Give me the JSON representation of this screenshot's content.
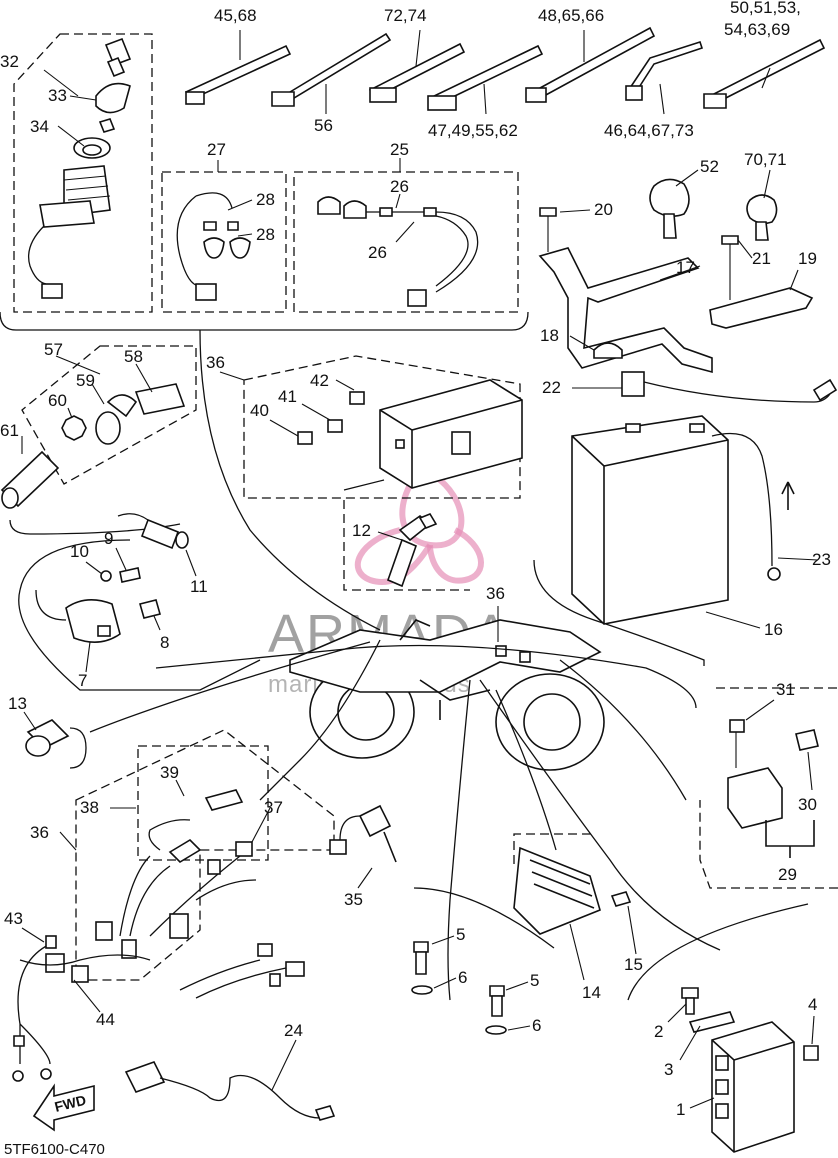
{
  "diagram_code": "5TF6100-C470",
  "watermark": {
    "brand": "ARMADA",
    "tagline": "marine outboards"
  },
  "fwd_label": "FWD",
  "labels": {
    "l32": "32",
    "l33": "33",
    "l34": "34",
    "l27": "27",
    "l28a": "28",
    "l28b": "28",
    "l25": "25",
    "l26a": "26",
    "l26b": "26",
    "l45": "45,68",
    "l56": "56",
    "l72": "72,74",
    "l47": "47,49,55,62",
    "l48": "48,65,66",
    "l46": "46,64,67,73",
    "l50a": "50,51,53,",
    "l50b": "54,63,69",
    "l52": "52",
    "l70": "70,71",
    "l20": "20",
    "l17": "17",
    "l21": "21",
    "l19": "19",
    "l18": "18",
    "l22": "22",
    "l57": "57",
    "l58": "58",
    "l59": "59",
    "l60": "60",
    "l61": "61",
    "l36a": "36",
    "l42": "42",
    "l41": "41",
    "l40": "40",
    "l12": "12",
    "l36b": "36",
    "l16": "16",
    "l23": "23",
    "l10": "10",
    "l9": "9",
    "l11": "11",
    "l8": "8",
    "l7": "7",
    "l13": "13",
    "l39": "39",
    "l38": "38",
    "l37": "37",
    "l36c": "36",
    "l35": "35",
    "l31": "31",
    "l30": "30",
    "l29": "29",
    "l5a": "5",
    "l6a": "6",
    "l5b": "5",
    "l6b": "6",
    "l15": "15",
    "l14": "14",
    "l43": "43",
    "l44": "44",
    "l24": "24",
    "l2": "2",
    "l3": "3",
    "l4": "4",
    "l1": "1"
  }
}
